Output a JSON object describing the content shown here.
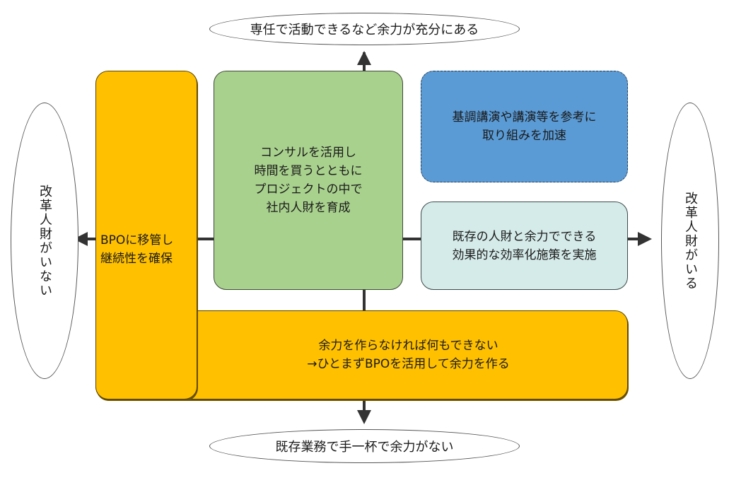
{
  "diagram": {
    "type": "quadrant-matrix",
    "axes": {
      "top_label": "専任で活動できるなど余力が充分にある",
      "bottom_label": "既存業務で手一杯で余力がない",
      "left_label": "改革人財がいない",
      "right_label": "改革人財がいる"
    },
    "boxes": {
      "bpo_transfer": {
        "text": "BPOに移管し\n継続性を確保",
        "color": "#ffc000"
      },
      "consultant": {
        "text": "コンサルを活用し\n時間を買うとともに\nプロジェクトの中で\n社内人財を育成",
        "color": "#a9d18e"
      },
      "keynote": {
        "text": "基調講演や講演等を参考に\n取り組みを加速",
        "color": "#5b9bd5"
      },
      "efficiency": {
        "text": "既存の人財と余力でできる\n効果的な効率化施策を実施",
        "color": "#d5ebe9"
      },
      "create_capacity": {
        "text": "余力を作らなければ何もできない\n→ひとまずBPOを活用して余力を作る",
        "color": "#ffc000"
      }
    },
    "arrow_color": "#333333"
  }
}
